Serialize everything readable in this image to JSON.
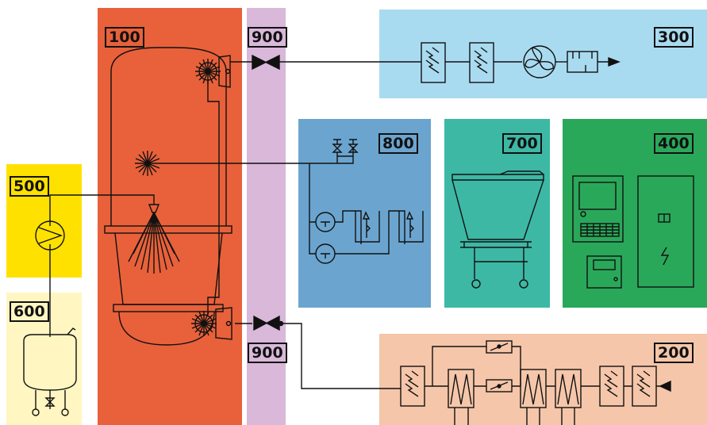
{
  "zones": {
    "z100": {
      "label": "100",
      "color": "#E8613A"
    },
    "z900_top": {
      "label": "900",
      "color": "#D9B8D9"
    },
    "z900_bottom": {
      "label": "900"
    },
    "z300": {
      "label": "300",
      "color": "#A9DBF0"
    },
    "z800": {
      "label": "800",
      "color": "#6BA5CF"
    },
    "z700": {
      "label": "700",
      "color": "#3DB8A5"
    },
    "z400": {
      "label": "400",
      "color": "#2AA85A"
    },
    "z500": {
      "label": "500",
      "color": "#FFE100"
    },
    "z600": {
      "label": "600",
      "color": "#FFF6C2"
    },
    "z200": {
      "label": "200",
      "color": "#F5C6A9"
    }
  },
  "line_color": "#111111"
}
